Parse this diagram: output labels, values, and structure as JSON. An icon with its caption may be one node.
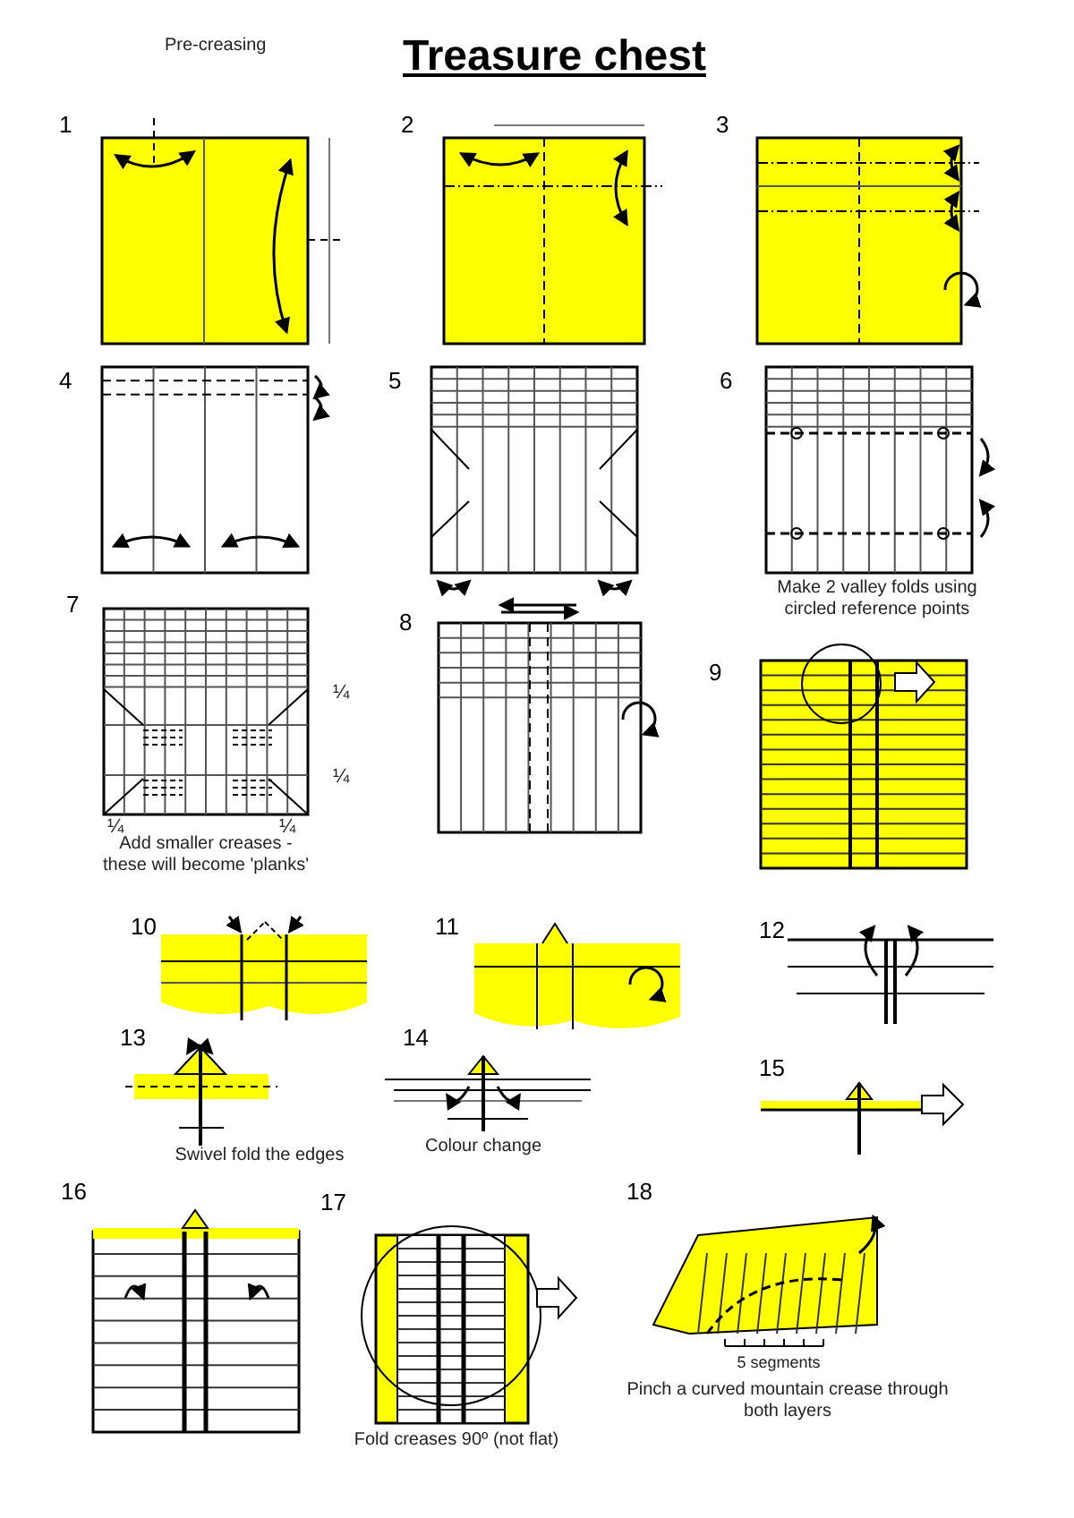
{
  "diagram": {
    "title": "Treasure chest",
    "labels": [
      "Pre-creasing",
      "1",
      "2",
      "3",
      "4",
      "5",
      "6",
      "Make 2 valley folds using circled reference points",
      "7",
      "¼",
      "¼",
      "¼",
      "¼",
      "Add smaller creases - these will become 'planks'",
      "8",
      "9",
      "10",
      "11",
      "12",
      "13",
      "14",
      "15",
      "Swivel fold the edges",
      "Colour change",
      "16",
      "17",
      "18",
      "5 segments",
      "Fold creases 90º (not flat)",
      "Pinch a curved mountain crease through both layers"
    ]
  }
}
